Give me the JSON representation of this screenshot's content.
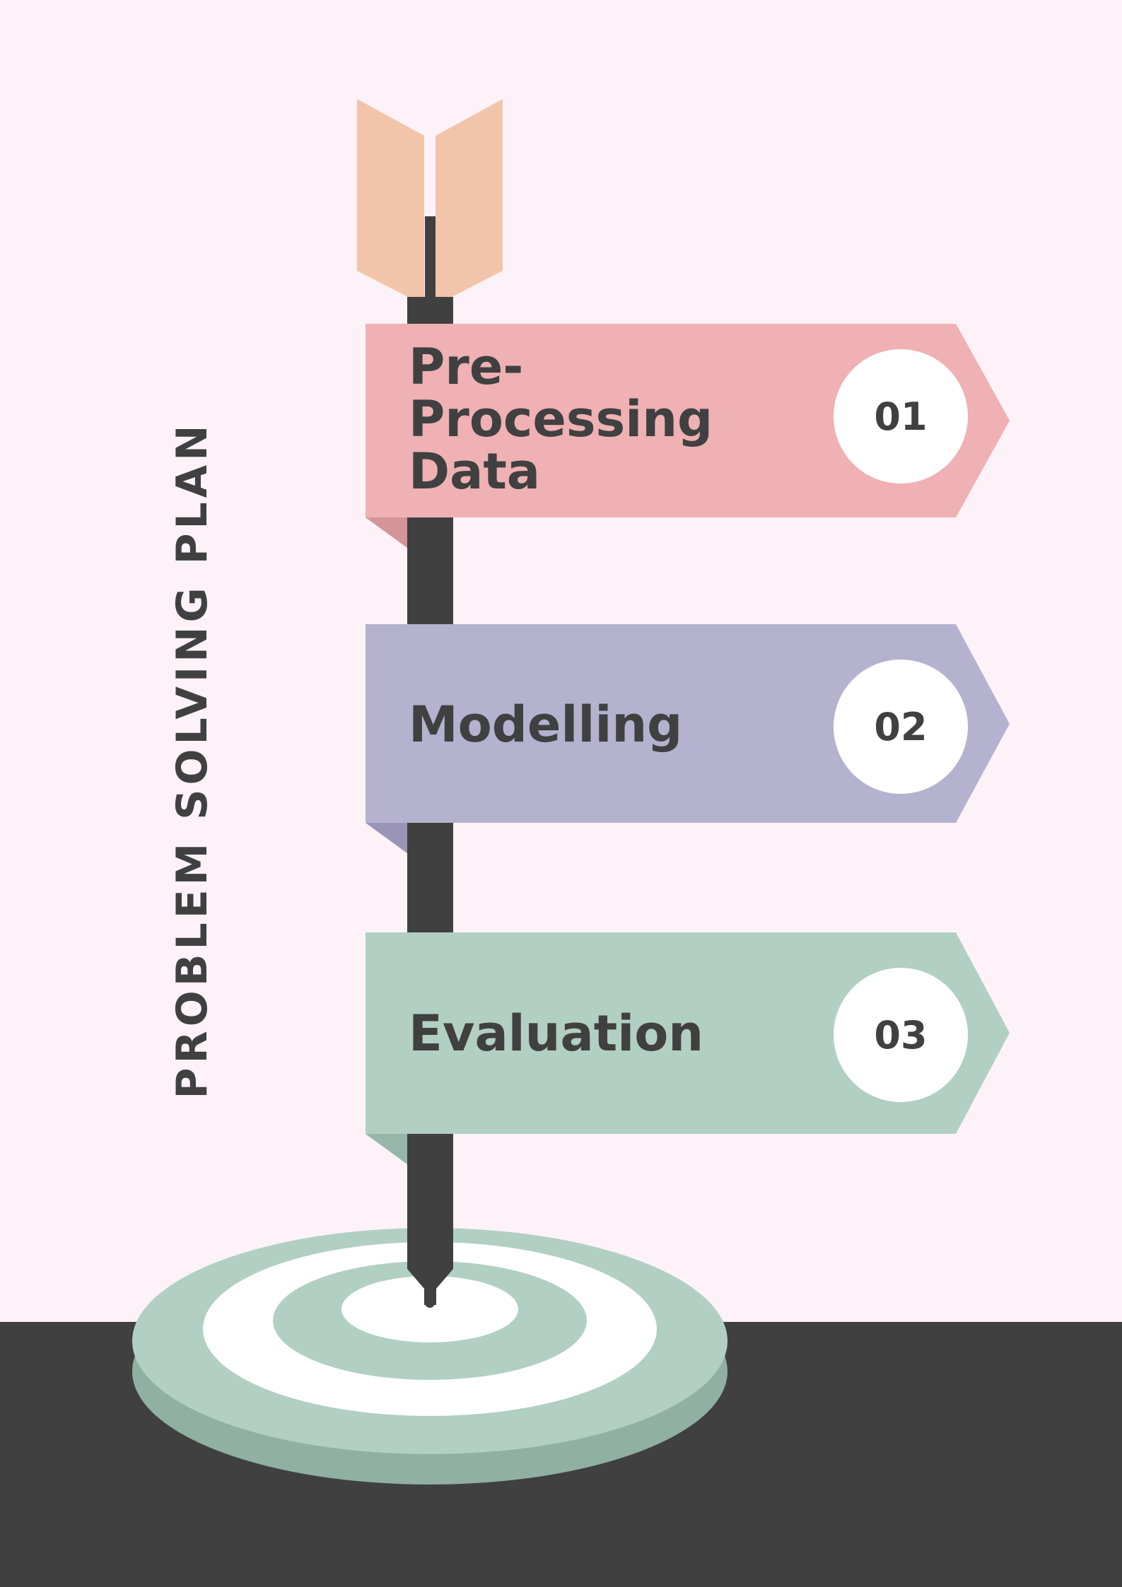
{
  "title": "PROBLEM SOLVING PLAN",
  "steps": [
    {
      "label": "Pre-Processing Data",
      "number": "01",
      "color": "#efb1b3",
      "shadow": "#d39598"
    },
    {
      "label": "Modelling",
      "number": "02",
      "color": "#b5b2cf",
      "shadow": "#9a95b7"
    },
    {
      "label": "Evaluation",
      "number": "03",
      "color": "#b2cfc4",
      "shadow": "#96b6aa"
    }
  ],
  "colors": {
    "background": "#fdf2f7",
    "ground": "#404040",
    "pole": "#404040",
    "fletching": "#f2c5aa",
    "target_light": "#b2cfc4",
    "target_dark": "#8fb0a3",
    "target_white": "#ffffff"
  }
}
